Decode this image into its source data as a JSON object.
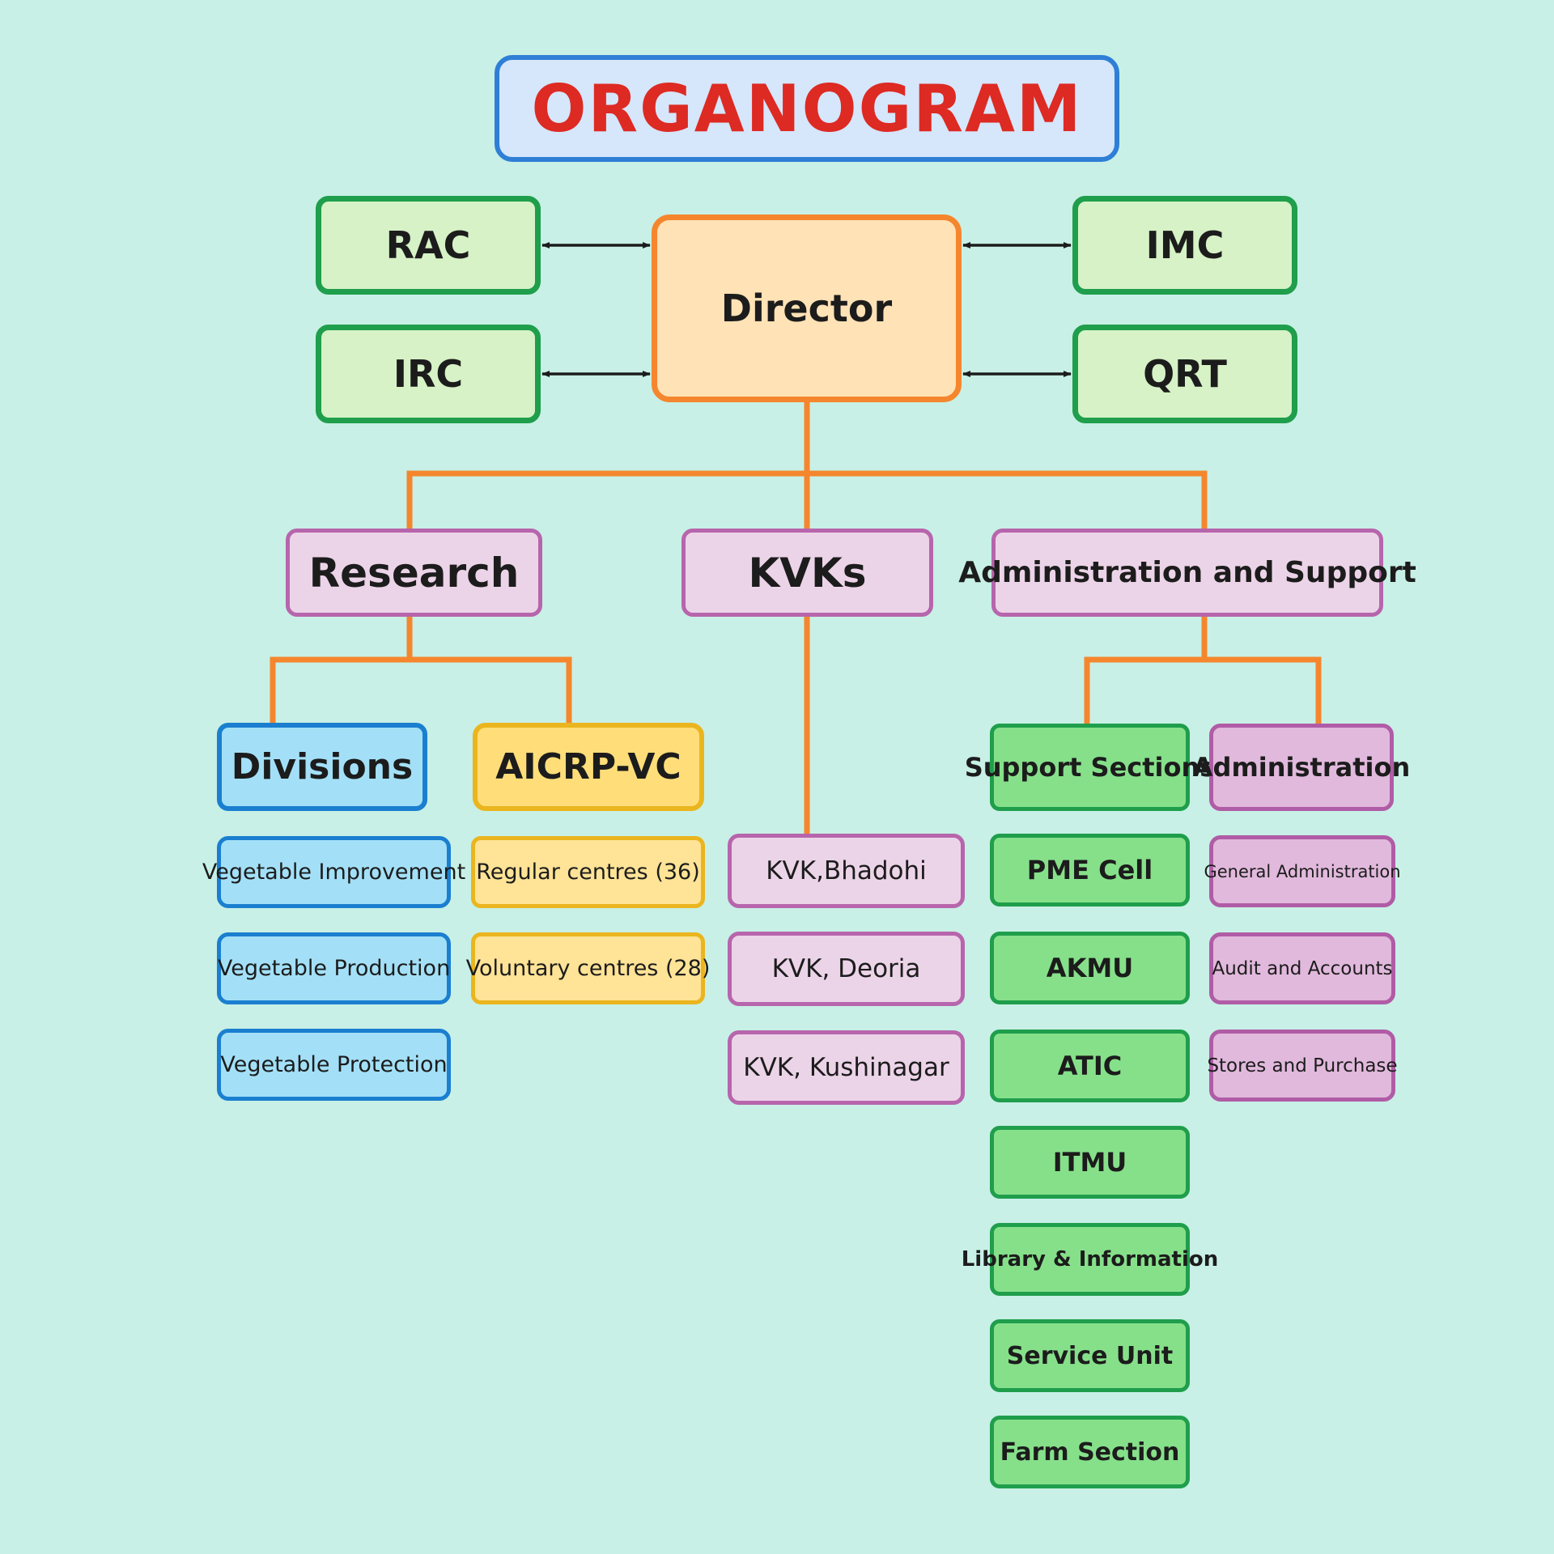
{
  "title": "ORGANOGRAM",
  "director": "Director",
  "committees": {
    "rac": "RAC",
    "irc": "IRC",
    "imc": "IMC",
    "qrt": "QRT"
  },
  "branches": {
    "research": {
      "label": "Research",
      "divisions": {
        "label": "Divisions",
        "items": [
          "Vegetable Improvement",
          "Vegetable Production",
          "Vegetable Protection"
        ]
      },
      "aicrp": {
        "label": "AICRP-VC",
        "items": [
          "Regular centres (36)",
          "Voluntary centres (28)"
        ]
      }
    },
    "kvks": {
      "label": "KVKs",
      "items": [
        "KVK,Bhadohi",
        "KVK, Deoria",
        "KVK, Kushinagar"
      ]
    },
    "admin_support": {
      "label": "Administration and Support",
      "support_sections": {
        "label": "Support Sections",
        "items": [
          "PME Cell",
          "AKMU",
          "ATIC",
          "ITMU",
          "Library & Information",
          "Service Unit",
          "Farm Section"
        ]
      },
      "administration": {
        "label": "Administration",
        "items": [
          "General Administration",
          "Audit and Accounts",
          "Stores and Purchase"
        ]
      }
    }
  },
  "colors": {
    "background": "#c8f0e6",
    "title_text": "#dd2a23",
    "connector": "#f5862d",
    "arrow": "#1c1c1c"
  }
}
